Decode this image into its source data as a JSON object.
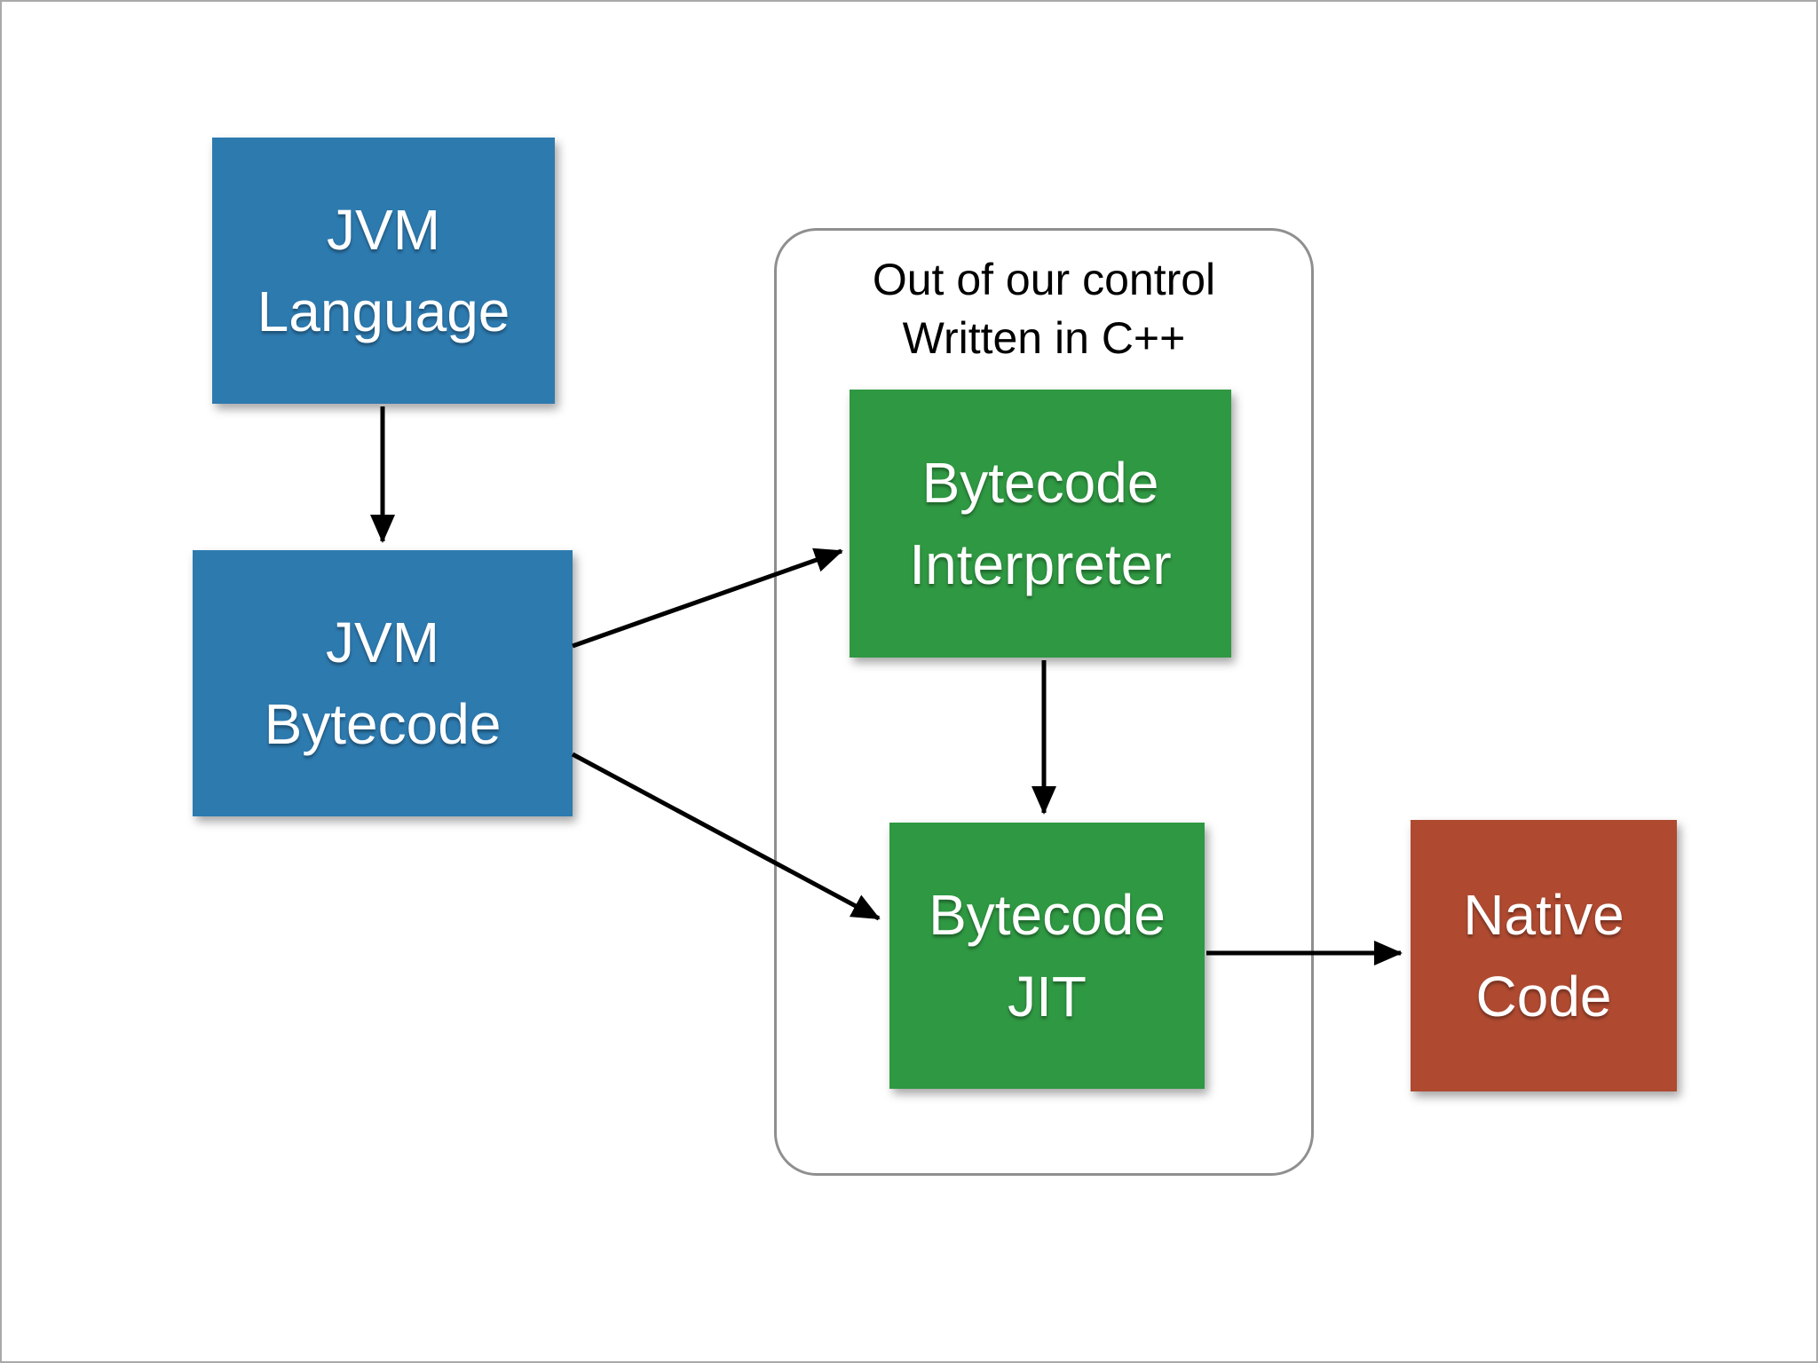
{
  "canvas": {
    "background": "#ffffff",
    "frame_color": "#a9a9a9"
  },
  "boxes": [
    {
      "id": "jvm-language",
      "lines": [
        "JVM",
        "Language"
      ],
      "color": "#2d7aaf",
      "text_color": "#ffffff"
    },
    {
      "id": "jvm-bytecode",
      "lines": [
        "JVM",
        "Bytecode"
      ],
      "color": "#2d7aaf",
      "text_color": "#ffffff"
    },
    {
      "id": "bytecode-interpreter",
      "lines": [
        "Bytecode",
        "Interpreter"
      ],
      "color": "#2f9842",
      "text_color": "#ffffff"
    },
    {
      "id": "bytecode-jit",
      "lines": [
        "Bytecode",
        "JIT"
      ],
      "color": "#2f9842",
      "text_color": "#ffffff"
    },
    {
      "id": "native-code",
      "lines": [
        "Native",
        "Code"
      ],
      "color": "#af4a31",
      "text_color": "#ffffff"
    }
  ],
  "group": {
    "title_lines": [
      "Out of our control",
      "Written in C++"
    ],
    "border_color": "#8f8f8f",
    "title_color": "#000000"
  },
  "edges": [
    {
      "from": "jvm-language",
      "to": "jvm-bytecode"
    },
    {
      "from": "jvm-bytecode",
      "to": "bytecode-interpreter"
    },
    {
      "from": "jvm-bytecode",
      "to": "bytecode-jit"
    },
    {
      "from": "bytecode-interpreter",
      "to": "bytecode-jit"
    },
    {
      "from": "bytecode-jit",
      "to": "native-code"
    }
  ],
  "arrow_color": "#000000"
}
